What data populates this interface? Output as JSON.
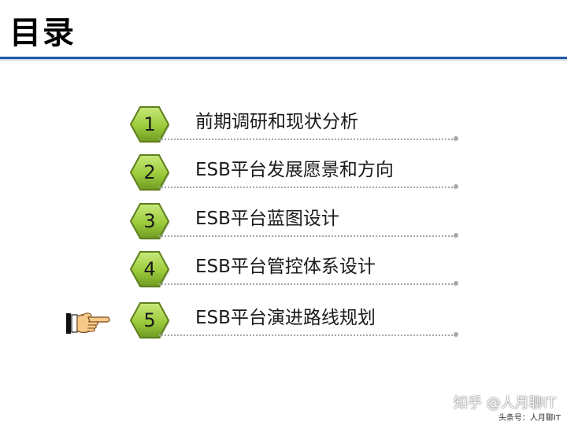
{
  "slide": {
    "title": "目录",
    "items": [
      {
        "number": "1",
        "label": "前期调研和现状分析"
      },
      {
        "number": "2",
        "label": "ESB平台发展愿景和方向"
      },
      {
        "number": "3",
        "label": "ESB平台蓝图设计"
      },
      {
        "number": "4",
        "label": "ESB平台管控体系设计"
      },
      {
        "number": "5",
        "label": "ESB平台演进路线规划"
      }
    ],
    "current_item": "5"
  },
  "watermark": {
    "main": "知乎 @人月聊IT",
    "sub": "头条号：人月聊IT"
  },
  "colors": {
    "title_rule": "#1f5aa6",
    "hex_fill": "#9ccc3c",
    "hex_border": "#5e7f1c",
    "dotted_line": "#a8a8a8"
  },
  "icons": {
    "pointer": "pointing-hand-icon",
    "item_marker": "hexagon-icon"
  }
}
